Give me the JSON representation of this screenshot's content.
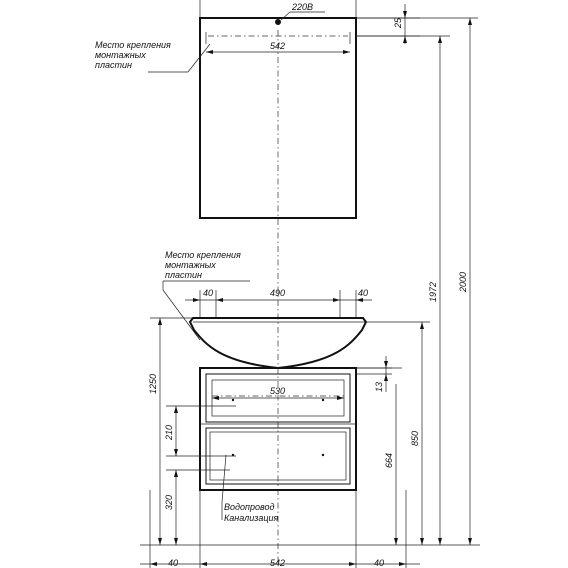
{
  "labels": {
    "power": "220В",
    "mirror_width": "542",
    "mirror_top_gap": "25",
    "height_1972": "1972",
    "height_2000": "2000",
    "basin_left": "40",
    "basin_center": "490",
    "basin_right": "40",
    "dim_530": "530",
    "dim_13": "13",
    "dim_1250": "1250",
    "dim_850": "850",
    "dim_664": "664",
    "dim_210": "210",
    "dim_320": "320",
    "bottom_left": "40",
    "bottom_center": "542",
    "bottom_right": "40"
  },
  "notes": {
    "mount_top": [
      "Место крепления",
      "монтажных",
      "пластин"
    ],
    "mount_mid": [
      "Место крепления",
      "монтажных",
      "пластин"
    ],
    "plumbing": [
      "Водопровод",
      "Канализация"
    ]
  }
}
